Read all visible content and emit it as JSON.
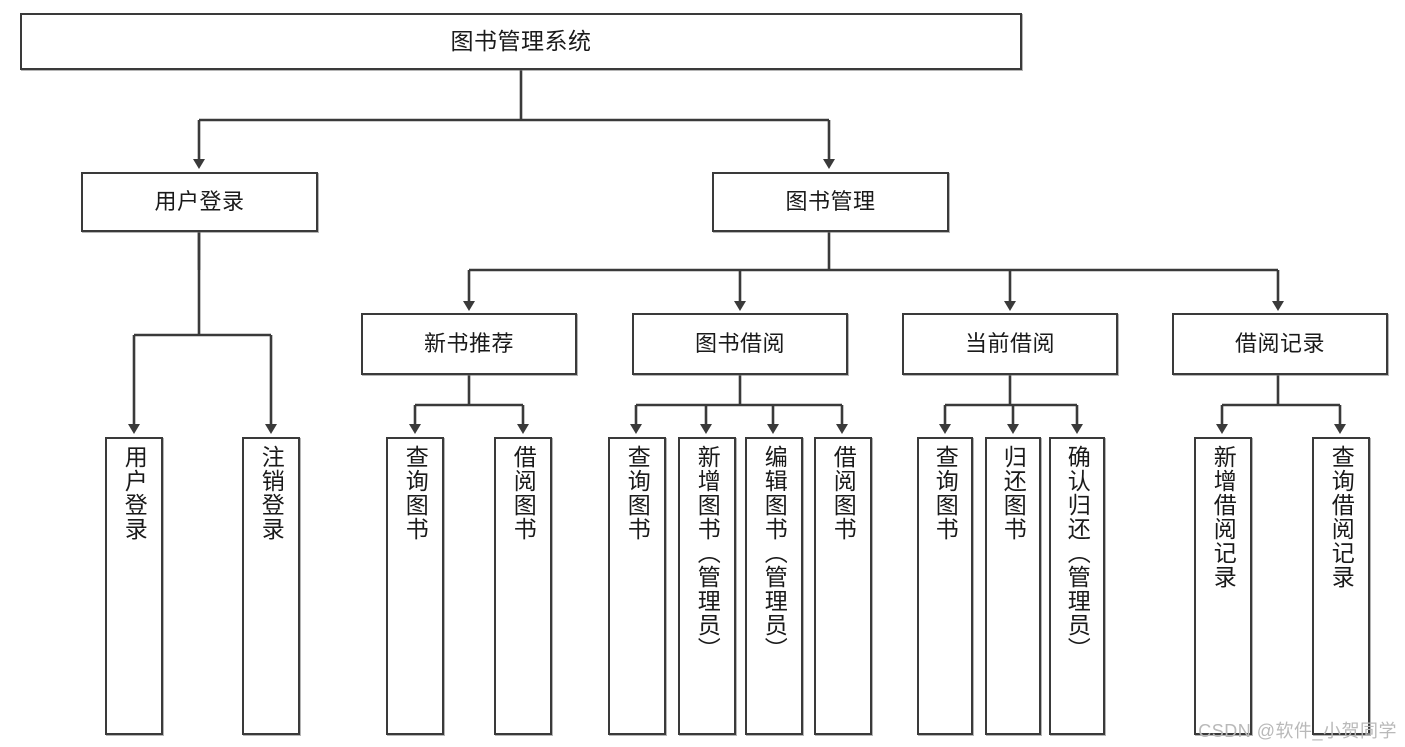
{
  "diagram": {
    "title": "图书管理系统",
    "watermark": "CSDN @软件_小贺同学",
    "line_color": "#3a3a3a",
    "background": "#ffffff",
    "text_color": "#1a1a1a",
    "nodes": {
      "root": "图书管理系统",
      "level1": {
        "user_login": "用户登录",
        "book_manage": "图书管理"
      },
      "level2": {
        "new_book_recommend": "新书推荐",
        "book_borrow": "图书借阅",
        "current_borrow": "当前借阅",
        "borrow_record": "借阅记录"
      },
      "leaves": {
        "user_login_1": "用户登录",
        "user_login_2": "注销登录",
        "recommend_1": "查询图书",
        "recommend_2": "借阅图书",
        "borrow_1": "查询图书",
        "borrow_2": "新增图书（管理员）",
        "borrow_3": "编辑图书（管理员）",
        "borrow_4": "借阅图书",
        "current_1": "查询图书",
        "current_2": "归还图书",
        "current_3": "确认归还（管理员）",
        "record_1": "新增借阅记录",
        "record_2": "查询借阅记录"
      }
    }
  }
}
